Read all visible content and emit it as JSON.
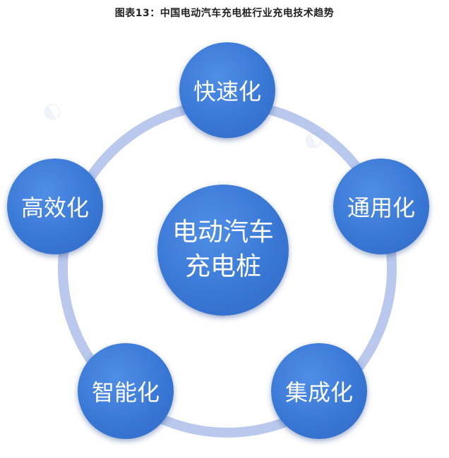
{
  "title": "图表13：中国电动汽车充电桩行业充电技术趋势",
  "center": {
    "line1": "电动汽车",
    "line2": "充电桩"
  },
  "nodes": [
    {
      "label": "快速化"
    },
    {
      "label": "通用化"
    },
    {
      "label": "集成化"
    },
    {
      "label": "智能化"
    },
    {
      "label": "高效化"
    }
  ],
  "colors": {
    "node_fill": "#3a78d6",
    "ring": "#b9c8ec",
    "title_text": "#222222"
  }
}
